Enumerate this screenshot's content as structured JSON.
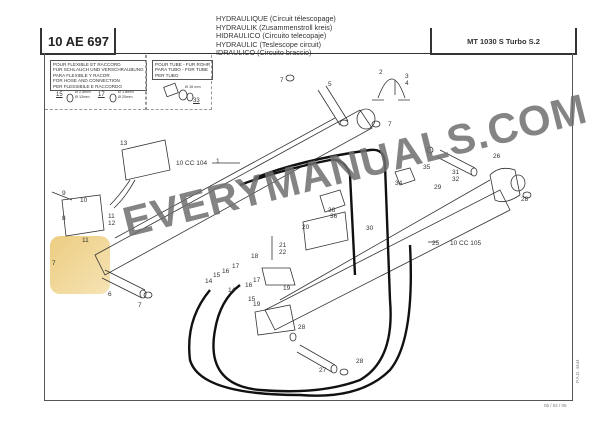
{
  "header": {
    "ref_code": "10 AE 697",
    "model": "MT 1030 S Turbo S.2",
    "titles": [
      "HYDRAULIQUE (Circuit télescopage)",
      "HYDRAULIK (Zusammenstroll kreis)",
      "HIDRAULICO (Circuito telecopaje)",
      "HYDRAULIC (Teslescope circuit)",
      "IDRAULICO (Circuito braccio)"
    ]
  },
  "insets": {
    "hose": {
      "lines": [
        "POUR FLEXIBLE ET RACCORD",
        "FUR SCHLAUCH UND VERSCHRAUBUNG",
        "PARA FLEXIBLE Y RACOR",
        "FOR HOSE AND CONNECTION",
        "PER FLESSIBILE E RACCORDO"
      ],
      "items": [
        {
          "part": "15",
          "dims": [
            "Ø 2,5mm",
            "Ø 12mm"
          ]
        },
        {
          "part": "17",
          "dims": [
            "Ø 1,8mm",
            "Ø 20mm"
          ]
        }
      ]
    },
    "tube": {
      "lines": [
        "POUR TUBE - FUR ROHR",
        "PARA TUBO - FOR TUBE",
        "PER TUBO"
      ],
      "dim": "Ø 16 mm",
      "part": "33"
    }
  },
  "cross_refs": [
    {
      "label": "10 CC 104",
      "part": "1"
    },
    {
      "label": "10 CC 105",
      "part": "25"
    }
  ],
  "callouts": [
    "2",
    "3",
    "4",
    "5",
    "6",
    "7",
    "7",
    "7",
    "7",
    "8",
    "9",
    "10",
    "11",
    "11",
    "12",
    "13",
    "14",
    "14",
    "15",
    "15",
    "16",
    "16",
    "17",
    "17",
    "18",
    "19",
    "19",
    "20",
    "21",
    "22",
    "26",
    "27",
    "28",
    "28",
    "28",
    "29",
    "30",
    "31",
    "32",
    "34",
    "35",
    "36",
    "36"
  ],
  "watermark": "EVERYMANUALS.COM",
  "footer": {
    "date": "05 / 02 / 05",
    "side_code": "P.A.D. 4444"
  }
}
